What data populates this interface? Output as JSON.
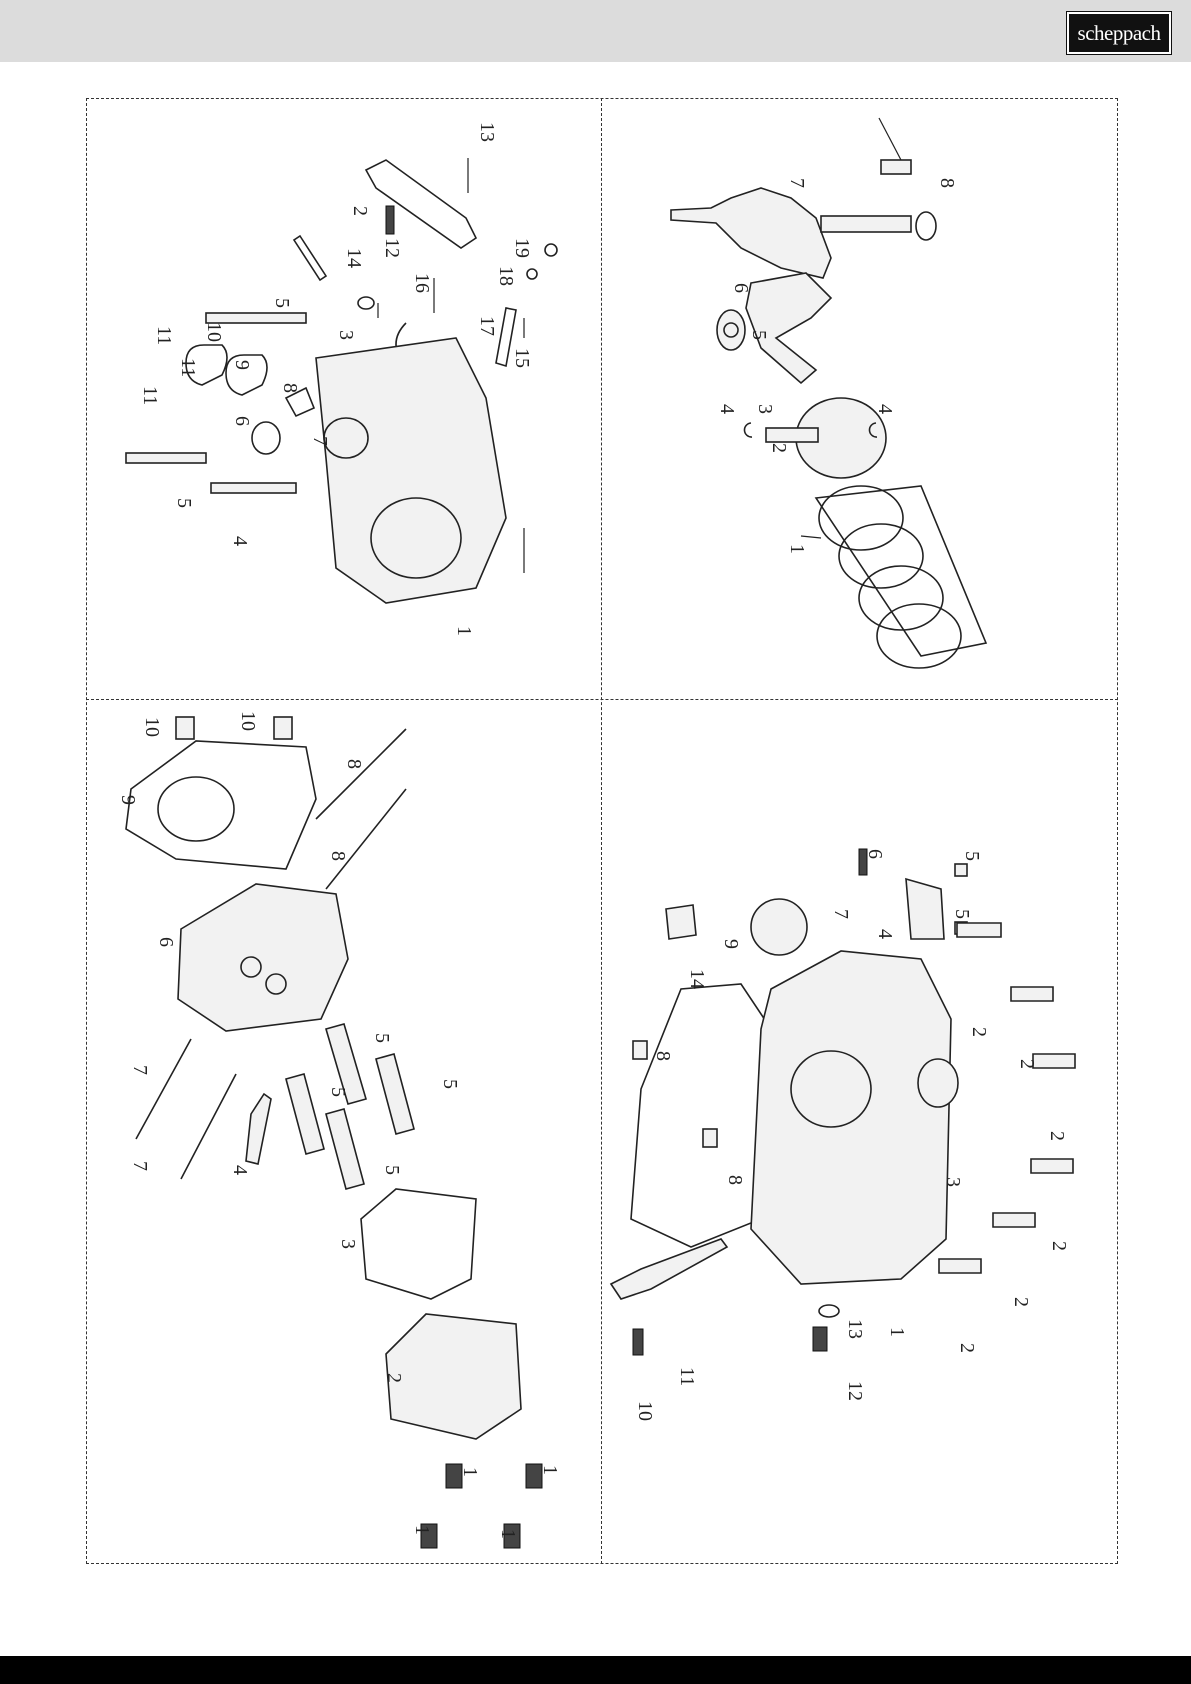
{
  "brand": "scheppach",
  "panels": [
    {
      "id": "top-left",
      "labels": [
        "13",
        "2",
        "12",
        "14",
        "19",
        "18",
        "16",
        "5",
        "11",
        "10",
        "11",
        "3",
        "9",
        "11",
        "8",
        "6",
        "7",
        "17",
        "15",
        "5",
        "4",
        "1"
      ]
    },
    {
      "id": "top-right",
      "labels": [
        "7",
        "8",
        "6",
        "5",
        "4",
        "3",
        "4",
        "2",
        "1"
      ]
    },
    {
      "id": "bottom-left",
      "labels": [
        "10",
        "10",
        "9",
        "8",
        "8",
        "6",
        "7",
        "7",
        "5",
        "5",
        "5",
        "5",
        "4",
        "3",
        "2",
        "1",
        "1",
        "1",
        "1"
      ]
    },
    {
      "id": "bottom-right",
      "labels": [
        "6",
        "5",
        "7",
        "5",
        "4",
        "14",
        "9",
        "2",
        "2",
        "8",
        "2",
        "3",
        "8",
        "2",
        "2",
        "2",
        "13",
        "1",
        "12",
        "11",
        "10"
      ]
    }
  ]
}
